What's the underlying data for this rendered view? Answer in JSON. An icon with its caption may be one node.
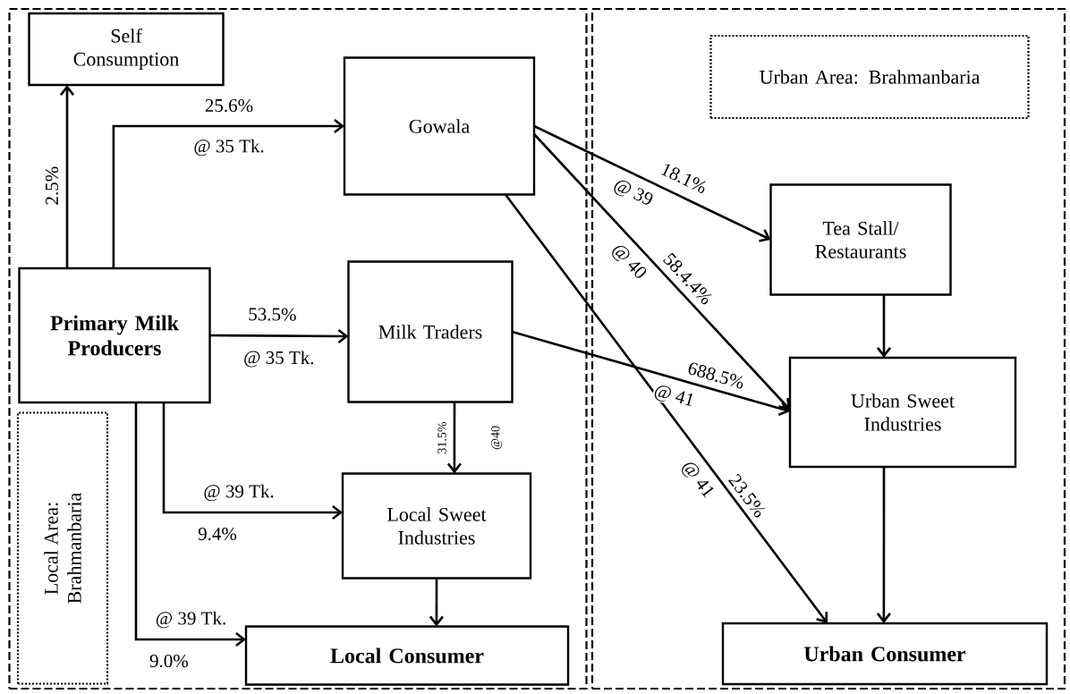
{
  "diagram": {
    "nodes": [
      {
        "text": [],
        "shape": "box"
      },
      {
        "text": [],
        "shape": "box"
      },
      {
        "text": [
          "Self Consumption"
        ],
        "in": 0
      },
      {
        "text": [
          "Gowala"
        ],
        "in": 0
      },
      {
        "text": [
          "Urban Area: Brahmanbaria"
        ],
        "in": 1
      },
      {
        "text": [
          "Tea Stall/ Restaurants"
        ],
        "in": 1
      },
      {
        "text": [
          "Primary Milk Producers"
        ],
        "in": 0
      },
      {
        "text": [
          "Milk Traders"
        ],
        "in": 0
      },
      {
        "text": [
          "Urban Sweet Industries"
        ],
        "in": 1
      },
      {
        "text": [
          "Local Area: Brahmanbaria"
        ],
        "in": 0
      },
      {
        "text": [
          "Local Sweet Industries"
        ],
        "in": 0
      },
      {
        "text": [
          "Local Consumer"
        ],
        "in": 0
      },
      {
        "text": [
          "Urban Consumer"
        ],
        "in": 1
      }
    ],
    "edges": [
      {
        "from": 6,
        "to": 2,
        "arrow": "to",
        "label": "2.5%"
      },
      {
        "from": 6,
        "to": 3,
        "arrow": "to",
        "label": "25.6%"
      },
      {
        "from": 6,
        "to": 7,
        "arrow": "to",
        "label": "53.5%"
      },
      {
        "from": 6,
        "to": 10,
        "arrow": "to",
        "label": "9.4%"
      },
      {
        "from": 6,
        "to": 11,
        "arrow": "to",
        "label": "9.0%"
      },
      {
        "from": 3,
        "to": 5,
        "arrow": "to",
        "label": "18.1%"
      },
      {
        "from": 3,
        "to": 8,
        "arrow": "to",
        "label": "58.4.4%"
      },
      {
        "from": 3,
        "to": 12,
        "arrow": "to",
        "label": "23.5%"
      },
      {
        "from": 7,
        "to": 8,
        "arrow": "to",
        "label": "688.5%"
      },
      {
        "from": 7,
        "to": 10,
        "arrow": "to",
        "label": "31.5%"
      },
      {
        "from": 5,
        "to": 8,
        "arrow": "to"
      },
      {
        "from": 10,
        "to": 11,
        "arrow": "to"
      },
      {
        "from": 8,
        "to": 12,
        "arrow": "to"
      }
    ],
    "labels": [
      "@ 35 Tk.",
      "@ 35 Tk.",
      "@ 39 Tk.",
      "@ 39 Tk.",
      "@ 39",
      "@ 40",
      "@ 41",
      "@ 41",
      "@40"
    ]
  }
}
